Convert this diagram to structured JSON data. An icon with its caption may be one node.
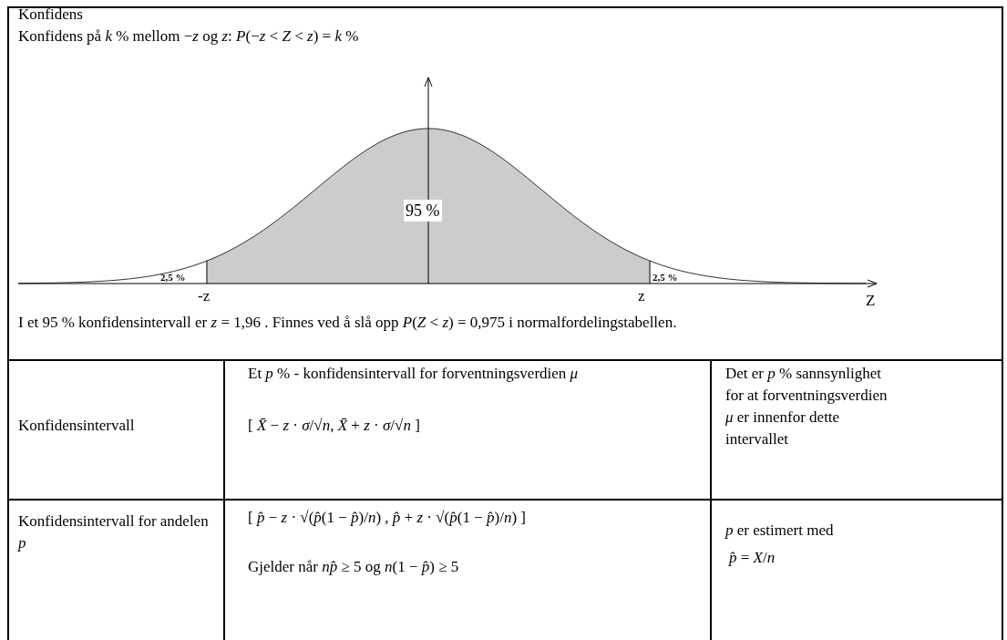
{
  "diagram": {
    "labels": [
      "Konfidens",
      "Konfidens på *k* % mellom −*z* og *z*: *P*(−*z* < *Z* < *z*) = *k* %",
      "95 %",
      "2,5 %",
      "2,5 %",
      "-z",
      "z",
      "Z",
      "I et 95 % konfidensintervall er *z* = 1,96 . Finnes ved å slå opp *P*(*Z* < *z*) = 0,975 i normalfordelingstabellen.",
      "Konfidensintervall",
      "Et *p* % - konfidensintervall for forventningsverdien *μ*",
      "[ *X̄* − *z* · *σ*/√*n*, *X̄* + *z* · *σ*/√*n* ]",
      "Det er *p* % sannsynlighet for at forventningsverdien *μ* er innenfor dette intervallet",
      "Konfidensintervall for andelen *p*",
      "[ *p̂* − *z* · √(*p̂*(1 − *p̂*)/*n*) , *p̂* + *z* · √(*p̂*(1 − *p̂*)/*n*) ]",
      "Gjelder når *np̂* ≥ 5 og *n*(1 − *p̂*) ≥ 5",
      "*p* er estimert med",
      "*p̂* = *X*/*n*"
    ]
  }
}
